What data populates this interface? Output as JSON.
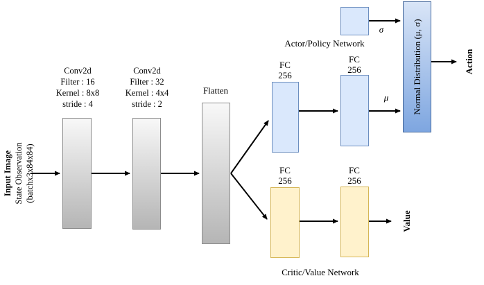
{
  "colors": {
    "conv_fill_top": "#f8f8f8",
    "conv_fill_bottom": "#b5b5b5",
    "conv_border": "#8c8c8c",
    "fc_actor_fill": "#dae8fc",
    "fc_actor_border": "#6c8ebf",
    "fc_critic_fill": "#fff2cc",
    "fc_critic_border": "#d6b656",
    "normal_fill_top": "#d9e5f7",
    "normal_fill_bottom": "#7ea6e0",
    "normal_border": "#46699c",
    "arrow": "#000000"
  },
  "input": {
    "title": "Input Image",
    "subtitle": "State Observation",
    "shape": "(batchx3x84x84)"
  },
  "conv1": {
    "name": "Conv2d",
    "filter": "Filter : 16",
    "kernel": "Kernel : 8x8",
    "stride": "stride : 4"
  },
  "conv2": {
    "name": "Conv2d",
    "filter": "Filter : 32",
    "kernel": "Kernel : 4x4",
    "stride": "stride : 2"
  },
  "flatten": {
    "label": "Flatten"
  },
  "actor": {
    "network_label": "Actor/Policy Network",
    "fc1": {
      "type": "FC",
      "units": "256"
    },
    "fc2": {
      "type": "FC",
      "units": "256"
    },
    "sigma": "σ",
    "mu": "μ"
  },
  "critic": {
    "network_label": "Critic/Value Network",
    "fc1": {
      "type": "FC",
      "units": "256"
    },
    "fc2": {
      "type": "FC",
      "units": "256"
    }
  },
  "distribution": {
    "label": "Normal Distribution (μ, σ)"
  },
  "outputs": {
    "action": "Action",
    "value": "Value"
  }
}
